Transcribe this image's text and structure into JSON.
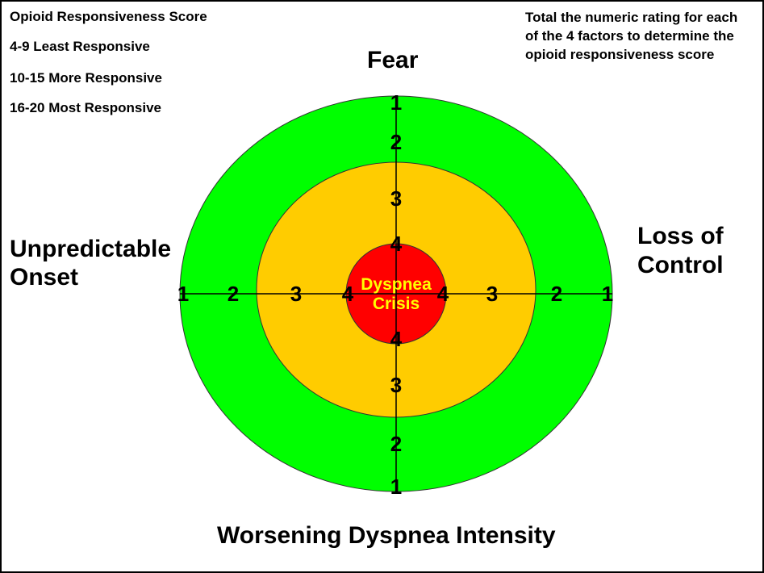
{
  "legend": {
    "title": "Opioid Responsiveness Score",
    "items": [
      "4-9 Least Responsive",
      "10-15 More Responsive",
      "16-20 Most Responsive"
    ]
  },
  "note": "Total the numeric rating for each of the 4 factors to determine the opioid responsiveness score",
  "factors": {
    "top": "Fear",
    "left_line1": "Unpredictable",
    "left_line2": "Onset",
    "right_line1": "Loss of",
    "right_line2": "Control",
    "bottom": "Worsening Dyspnea Intensity"
  },
  "center": {
    "line1": "Dyspnea",
    "line2": "Crisis"
  },
  "ratings": {
    "outer": "1",
    "green": "2",
    "yellow": "3",
    "red": "4"
  },
  "colors": {
    "green": "#00ff00",
    "yellow": "#ffcc00",
    "red": "#ff0000",
    "center_text": "#ffff00"
  }
}
